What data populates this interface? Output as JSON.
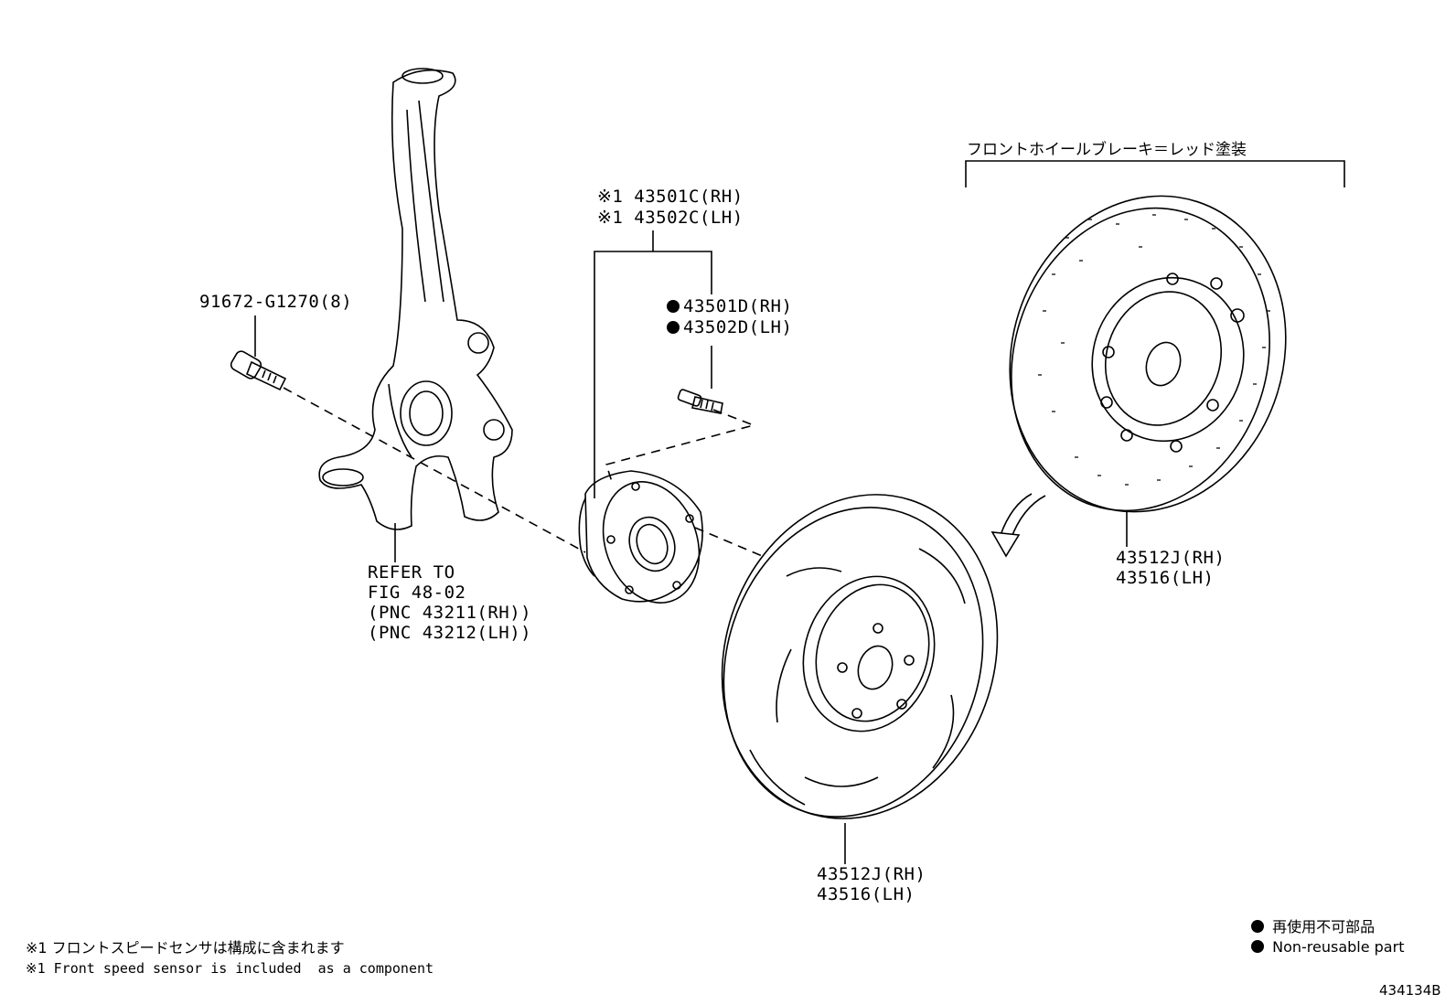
{
  "diagram": {
    "header_jp": "フロントホイールブレーキ＝レッド塗装",
    "hub_parts": [
      "※1 43501C(RH)",
      "※1 43502C(LH)"
    ],
    "stud_parts": [
      "43501D(RH)",
      "43502D(LH)"
    ],
    "bolt_part": "91672-G1270(8)",
    "knuckle_ref": [
      "REFER TO",
      "FIG 48-02",
      "(PNC 43211(RH))",
      "(PNC 43212(LH))"
    ],
    "red_rotor_parts": [
      "43512J(RH)",
      "43516(LH)"
    ],
    "rotor_parts": [
      "43512J(RH)",
      "43516(LH)"
    ],
    "footnote_jp": "※1 フロントスピードセンサは構成に含まれます",
    "footnote_en": "※1 Front speed sensor is included  as a component",
    "legend_jp": "再使用不可部品",
    "legend_en": "Non-reusable part",
    "figure_id": "434134B"
  }
}
